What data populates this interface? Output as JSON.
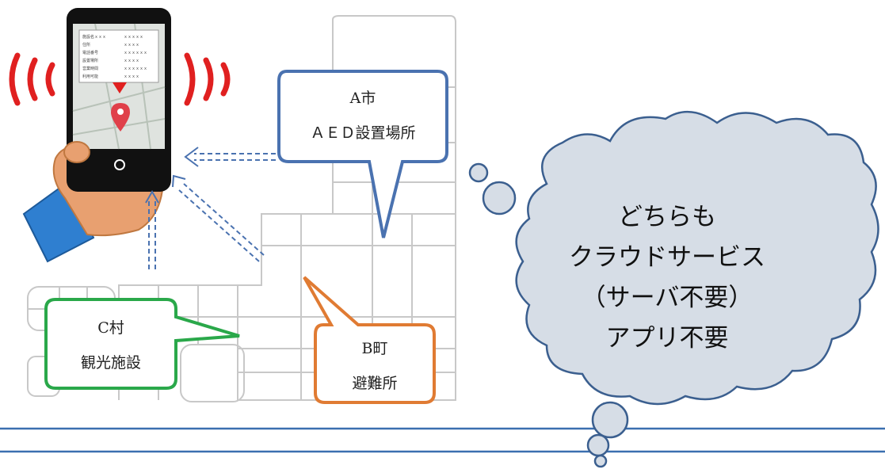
{
  "callouts": {
    "a": {
      "line1": "A市",
      "line2": "ＡＥＤ設置場所",
      "color": "#4a72b0"
    },
    "b": {
      "line1": "B町",
      "line2": "避難所",
      "color": "#e07b33"
    },
    "c": {
      "line1": "C村",
      "line2": "観光施設",
      "color": "#2aa84a"
    }
  },
  "thought": {
    "lines": [
      "どちらも",
      "クラウドサービス",
      "（サーバ不要）",
      "アプリ不要"
    ],
    "fill": "#d6dde6",
    "stroke": "#3b5f8f"
  },
  "phone": {
    "list_rows": [
      [
        "施設名ｘｘｘ",
        "ｘｘｘｘｘ"
      ],
      [
        "住所",
        "ｘｘｘｘ"
      ],
      [
        "電話番号",
        "ｘｘｘｘｘｘ"
      ],
      [
        "設置場所",
        "ｘｘｘｘ"
      ],
      [
        "営業時間",
        "ｘｘｘｘｘｘ"
      ],
      [
        "利用可能",
        "ｘｘｘｘ"
      ]
    ]
  },
  "colors": {
    "signal": "#e02020",
    "arrow": "#4a72b0",
    "map_line": "#c8c8c8",
    "rule": "#3b6fb0",
    "hand": "#e8a070",
    "sleeve": "#2f7fd0"
  }
}
